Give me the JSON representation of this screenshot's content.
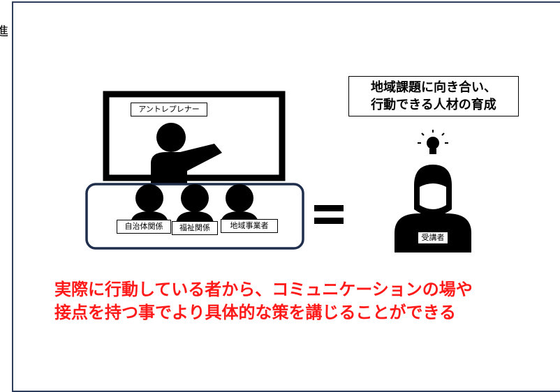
{
  "edge_char": "進",
  "teacher_label": "アントレプレナー",
  "audience_labels": [
    "自治体関係",
    "福祉関係",
    "地域事業者"
  ],
  "trainee_label": "受講者",
  "goal_lines": [
    "地域課題に向き合い、",
    "行動できる人材の育成"
  ],
  "message_lines": [
    "実際に行動している者から、コミュニケーションの場や",
    "接点を持つ事でより具体的な策を講じることができる"
  ],
  "colors": {
    "frame": "#2e3d5c",
    "group_border": "#1f2e4d",
    "message": "#ff1a1a",
    "silhouette": "#000000"
  }
}
